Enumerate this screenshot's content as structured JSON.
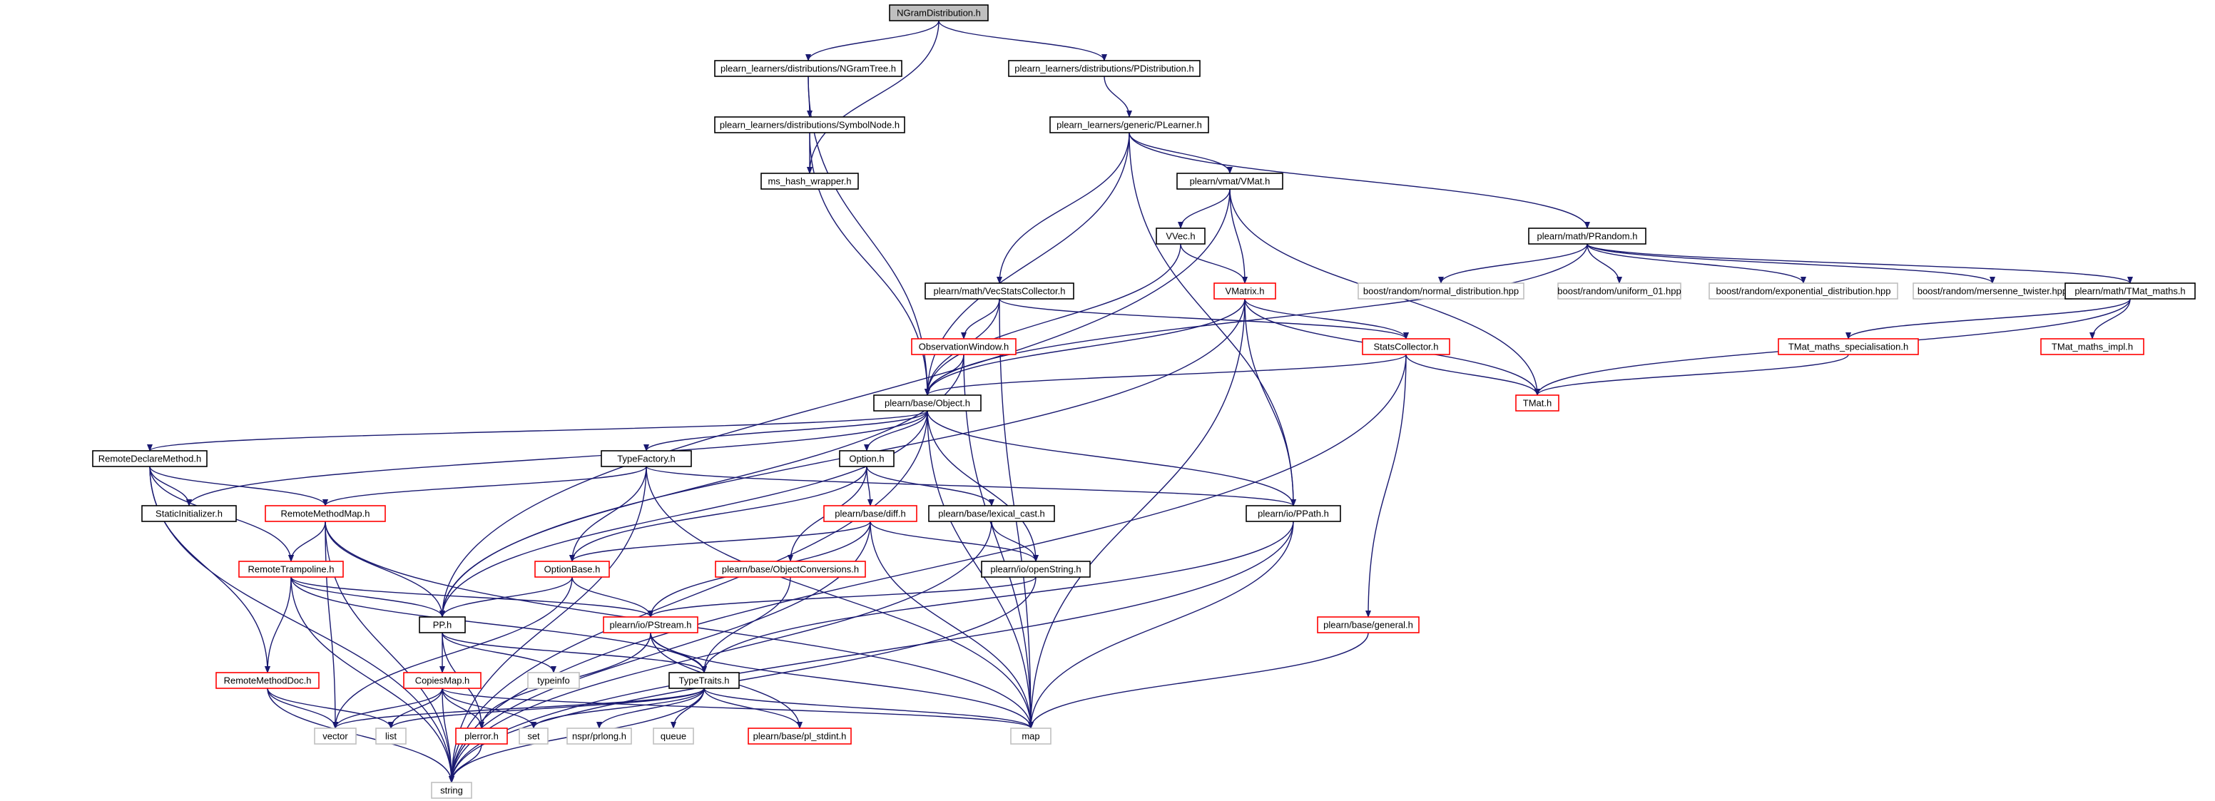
{
  "title": "NGramDistribution.h",
  "colors": {
    "root_fill": "#bfbfbf",
    "node_fill": "#ffffff",
    "documented_border": "#000000",
    "undocumented_border": "#ff0000",
    "system_border": "#bfbfbf",
    "edge": "#191970",
    "text": "#000000"
  },
  "nodes": [
    {
      "id": "n0",
      "label": "NGramDistribution.h",
      "kind": "root"
    },
    {
      "id": "n1",
      "label": "plearn_learners/distributions/NGramTree.h",
      "kind": "doc"
    },
    {
      "id": "n2",
      "label": "plearn_learners/distributions/PDistribution.h",
      "kind": "doc"
    },
    {
      "id": "n3",
      "label": "plearn_learners/distributions/SymbolNode.h",
      "kind": "doc"
    },
    {
      "id": "n4",
      "label": "ms_hash_wrapper.h",
      "kind": "doc"
    },
    {
      "id": "n5",
      "label": "plearn_learners/generic/PLearner.h",
      "kind": "doc"
    },
    {
      "id": "n6",
      "label": "plearn/vmat/VMat.h",
      "kind": "doc"
    },
    {
      "id": "n7",
      "label": "VVec.h",
      "kind": "doc"
    },
    {
      "id": "n8",
      "label": "plearn/math/PRandom.h",
      "kind": "doc"
    },
    {
      "id": "n9",
      "label": "plearn/math/VecStatsCollector.h",
      "kind": "doc"
    },
    {
      "id": "n10",
      "label": "VMatrix.h",
      "kind": "red"
    },
    {
      "id": "n11",
      "label": "boost/random/normal_distribution.hpp",
      "kind": "sys"
    },
    {
      "id": "n12",
      "label": "boost/random/uniform_01.hpp",
      "kind": "sys"
    },
    {
      "id": "n13",
      "label": "boost/random/exponential_distribution.hpp",
      "kind": "sys"
    },
    {
      "id": "n14",
      "label": "boost/random/mersenne_twister.hpp",
      "kind": "sys"
    },
    {
      "id": "n15",
      "label": "plearn/math/TMat_maths.h",
      "kind": "doc"
    },
    {
      "id": "n16",
      "label": "ObservationWindow.h",
      "kind": "red"
    },
    {
      "id": "n17",
      "label": "StatsCollector.h",
      "kind": "red"
    },
    {
      "id": "n18",
      "label": "TMat_maths_specialisation.h",
      "kind": "red"
    },
    {
      "id": "n19",
      "label": "TMat_maths_impl.h",
      "kind": "red"
    },
    {
      "id": "n20",
      "label": "plearn/base/Object.h",
      "kind": "doc"
    },
    {
      "id": "n21",
      "label": "TMat.h",
      "kind": "red"
    },
    {
      "id": "n22",
      "label": "RemoteDeclareMethod.h",
      "kind": "doc"
    },
    {
      "id": "n23",
      "label": "TypeFactory.h",
      "kind": "doc"
    },
    {
      "id": "n24",
      "label": "Option.h",
      "kind": "doc"
    },
    {
      "id": "n25",
      "label": "StaticInitializer.h",
      "kind": "doc"
    },
    {
      "id": "n26",
      "label": "RemoteMethodMap.h",
      "kind": "red"
    },
    {
      "id": "n27",
      "label": "plearn/base/diff.h",
      "kind": "red"
    },
    {
      "id": "n28",
      "label": "plearn/base/lexical_cast.h",
      "kind": "doc"
    },
    {
      "id": "n29",
      "label": "plearn/io/PPath.h",
      "kind": "doc"
    },
    {
      "id": "n30",
      "label": "RemoteTrampoline.h",
      "kind": "red"
    },
    {
      "id": "n31",
      "label": "plearn/base/ObjectConversions.h",
      "kind": "red"
    },
    {
      "id": "n32",
      "label": "OptionBase.h",
      "kind": "red"
    },
    {
      "id": "n33",
      "label": "plearn/io/openString.h",
      "kind": "doc"
    },
    {
      "id": "n34",
      "label": "PP.h",
      "kind": "doc"
    },
    {
      "id": "n35",
      "label": "plearn/io/PStream.h",
      "kind": "red"
    },
    {
      "id": "n36",
      "label": "plearn/base/general.h",
      "kind": "red"
    },
    {
      "id": "n37",
      "label": "typeinfo",
      "kind": "sys"
    },
    {
      "id": "n38",
      "label": "RemoteMethodDoc.h",
      "kind": "red"
    },
    {
      "id": "n39",
      "label": "CopiesMap.h",
      "kind": "red"
    },
    {
      "id": "n40",
      "label": "TypeTraits.h",
      "kind": "doc"
    },
    {
      "id": "n41",
      "label": "vector",
      "kind": "sys"
    },
    {
      "id": "n42",
      "label": "list",
      "kind": "sys"
    },
    {
      "id": "n43",
      "label": "plerror.h",
      "kind": "red"
    },
    {
      "id": "n44",
      "label": "set",
      "kind": "sys"
    },
    {
      "id": "n45",
      "label": "nspr/prlong.h",
      "kind": "sys"
    },
    {
      "id": "n46",
      "label": "queue",
      "kind": "sys"
    },
    {
      "id": "n47",
      "label": "plearn/base/pl_stdint.h",
      "kind": "red"
    },
    {
      "id": "n48",
      "label": "map",
      "kind": "sys"
    },
    {
      "id": "n49",
      "label": "string",
      "kind": "sys"
    }
  ],
  "edges": [
    [
      "n0",
      "n1"
    ],
    [
      "n0",
      "n2"
    ],
    [
      "n0",
      "n4"
    ],
    [
      "n1",
      "n3"
    ],
    [
      "n1",
      "n20"
    ],
    [
      "n2",
      "n5"
    ],
    [
      "n3",
      "n4"
    ],
    [
      "n3",
      "n20"
    ],
    [
      "n5",
      "n6"
    ],
    [
      "n5",
      "n8"
    ],
    [
      "n5",
      "n9"
    ],
    [
      "n5",
      "n20"
    ],
    [
      "n5",
      "n29"
    ],
    [
      "n6",
      "n7"
    ],
    [
      "n6",
      "n10"
    ],
    [
      "n6",
      "n21"
    ],
    [
      "n6",
      "n34"
    ],
    [
      "n7",
      "n10"
    ],
    [
      "n7",
      "n20"
    ],
    [
      "n8",
      "n11"
    ],
    [
      "n8",
      "n12"
    ],
    [
      "n8",
      "n13"
    ],
    [
      "n8",
      "n14"
    ],
    [
      "n8",
      "n15"
    ],
    [
      "n8",
      "n20"
    ],
    [
      "n9",
      "n16"
    ],
    [
      "n9",
      "n17"
    ],
    [
      "n9",
      "n20"
    ],
    [
      "n9",
      "n48"
    ],
    [
      "n10",
      "n17"
    ],
    [
      "n10",
      "n20"
    ],
    [
      "n10",
      "n21"
    ],
    [
      "n10",
      "n29"
    ],
    [
      "n10",
      "n34"
    ],
    [
      "n10",
      "n48"
    ],
    [
      "n15",
      "n18"
    ],
    [
      "n15",
      "n19"
    ],
    [
      "n15",
      "n21"
    ],
    [
      "n16",
      "n20"
    ],
    [
      "n16",
      "n34"
    ],
    [
      "n16",
      "n48"
    ],
    [
      "n17",
      "n20"
    ],
    [
      "n17",
      "n21"
    ],
    [
      "n17",
      "n36"
    ],
    [
      "n17",
      "n49"
    ],
    [
      "n18",
      "n21"
    ],
    [
      "n20",
      "n22"
    ],
    [
      "n20",
      "n23"
    ],
    [
      "n20",
      "n24"
    ],
    [
      "n20",
      "n25"
    ],
    [
      "n20",
      "n29"
    ],
    [
      "n20",
      "n33"
    ],
    [
      "n20",
      "n34"
    ],
    [
      "n20",
      "n48"
    ],
    [
      "n20",
      "n49"
    ],
    [
      "n22",
      "n25"
    ],
    [
      "n22",
      "n26"
    ],
    [
      "n22",
      "n30"
    ],
    [
      "n22",
      "n38"
    ],
    [
      "n22",
      "n49"
    ],
    [
      "n23",
      "n26"
    ],
    [
      "n23",
      "n29"
    ],
    [
      "n23",
      "n32"
    ],
    [
      "n23",
      "n48"
    ],
    [
      "n23",
      "n49"
    ],
    [
      "n24",
      "n27"
    ],
    [
      "n24",
      "n28"
    ],
    [
      "n24",
      "n31"
    ],
    [
      "n24",
      "n32"
    ],
    [
      "n26",
      "n30"
    ],
    [
      "n26",
      "n34"
    ],
    [
      "n26",
      "n41"
    ],
    [
      "n26",
      "n48"
    ],
    [
      "n26",
      "n49"
    ],
    [
      "n27",
      "n32"
    ],
    [
      "n27",
      "n33"
    ],
    [
      "n27",
      "n35"
    ],
    [
      "n27",
      "n48"
    ],
    [
      "n27",
      "n49"
    ],
    [
      "n28",
      "n33"
    ],
    [
      "n28",
      "n49"
    ],
    [
      "n29",
      "n40"
    ],
    [
      "n29",
      "n48"
    ],
    [
      "n29",
      "n49"
    ],
    [
      "n30",
      "n34"
    ],
    [
      "n30",
      "n35"
    ],
    [
      "n30",
      "n38"
    ],
    [
      "n30",
      "n40"
    ],
    [
      "n30",
      "n49"
    ],
    [
      "n31",
      "n40"
    ],
    [
      "n32",
      "n34"
    ],
    [
      "n32",
      "n35"
    ],
    [
      "n32",
      "n41"
    ],
    [
      "n33",
      "n35"
    ],
    [
      "n33",
      "n49"
    ],
    [
      "n34",
      "n37"
    ],
    [
      "n34",
      "n39"
    ],
    [
      "n34",
      "n40"
    ],
    [
      "n34",
      "n43"
    ],
    [
      "n35",
      "n40"
    ],
    [
      "n35",
      "n43"
    ],
    [
      "n35",
      "n47"
    ],
    [
      "n35",
      "n48"
    ],
    [
      "n36",
      "n48"
    ],
    [
      "n38",
      "n41"
    ],
    [
      "n38",
      "n42"
    ],
    [
      "n38",
      "n49"
    ],
    [
      "n39",
      "n41"
    ],
    [
      "n39",
      "n42"
    ],
    [
      "n39",
      "n43"
    ],
    [
      "n39",
      "n44"
    ],
    [
      "n39",
      "n48"
    ],
    [
      "n39",
      "n49"
    ],
    [
      "n40",
      "n41"
    ],
    [
      "n40",
      "n42"
    ],
    [
      "n40",
      "n44"
    ],
    [
      "n40",
      "n45"
    ],
    [
      "n40",
      "n46"
    ],
    [
      "n40",
      "n47"
    ],
    [
      "n40",
      "n48"
    ],
    [
      "n40",
      "n49"
    ],
    [
      "n43",
      "n49"
    ]
  ]
}
